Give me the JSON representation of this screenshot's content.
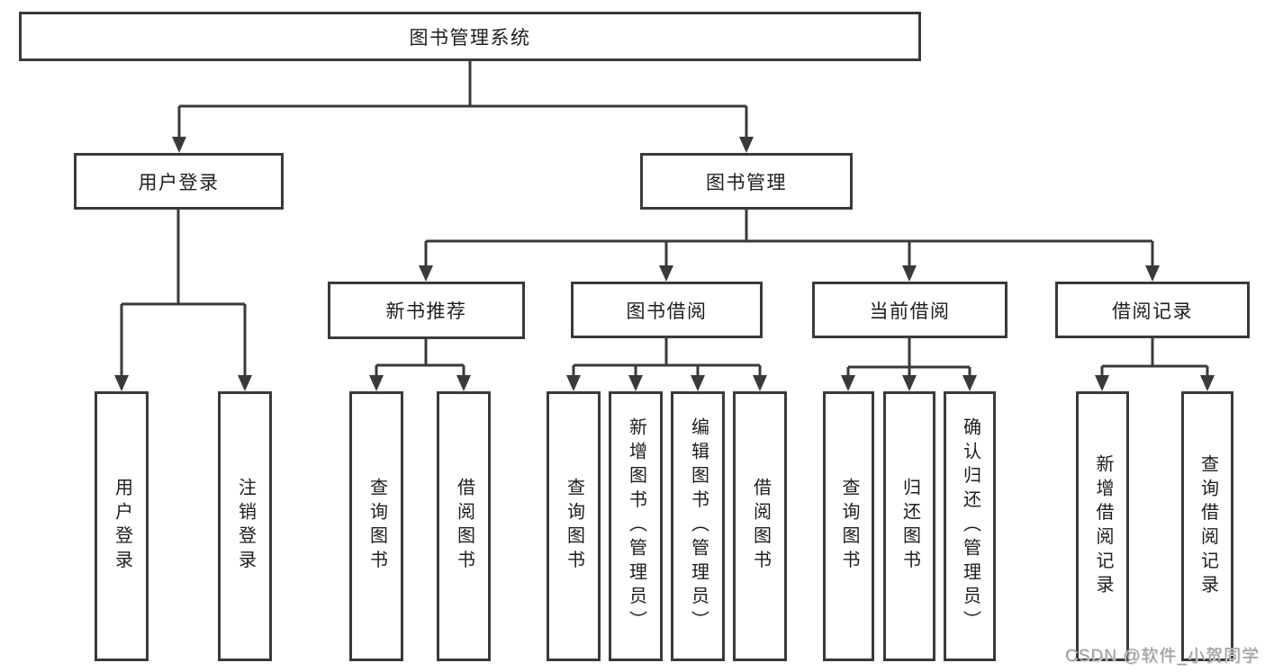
{
  "diagram": {
    "root": {
      "label": "图书管理系统"
    },
    "level1": [
      {
        "label": "用户登录"
      },
      {
        "label": "图书管理"
      }
    ],
    "level2": [
      {
        "label": "新书推荐",
        "parent": "图书管理"
      },
      {
        "label": "图书借阅",
        "parent": "图书管理"
      },
      {
        "label": "当前借阅",
        "parent": "图书管理"
      },
      {
        "label": "借阅记录",
        "parent": "图书管理"
      }
    ],
    "leaves": [
      {
        "label": "用户登录",
        "parent": "用户登录"
      },
      {
        "label": "注销登录",
        "parent": "用户登录"
      },
      {
        "label": "查询图书",
        "parent": "新书推荐"
      },
      {
        "label": "借阅图书",
        "parent": "新书推荐"
      },
      {
        "label": "查询图书",
        "parent": "图书借阅"
      },
      {
        "label": "新增图书（管理员）",
        "parent": "图书借阅"
      },
      {
        "label": "编辑图书（管理员）",
        "parent": "图书借阅"
      },
      {
        "label": "借阅图书",
        "parent": "图书借阅"
      },
      {
        "label": "查询图书",
        "parent": "当前借阅"
      },
      {
        "label": "归还图书",
        "parent": "当前借阅"
      },
      {
        "label": "确认归还（管理员）",
        "parent": "当前借阅"
      },
      {
        "label": "新增借阅记录",
        "parent": "借阅记录"
      },
      {
        "label": "查询借阅记录",
        "parent": "借阅记录"
      }
    ]
  },
  "watermark": {
    "text": "CSDN @软件_小贺同学",
    "color": "#9e9e9e"
  },
  "colors": {
    "box_border": "#3a3a3a",
    "connector_line": "#3a3a3a",
    "text": "#1d1d1d",
    "background": "#ffffff"
  }
}
